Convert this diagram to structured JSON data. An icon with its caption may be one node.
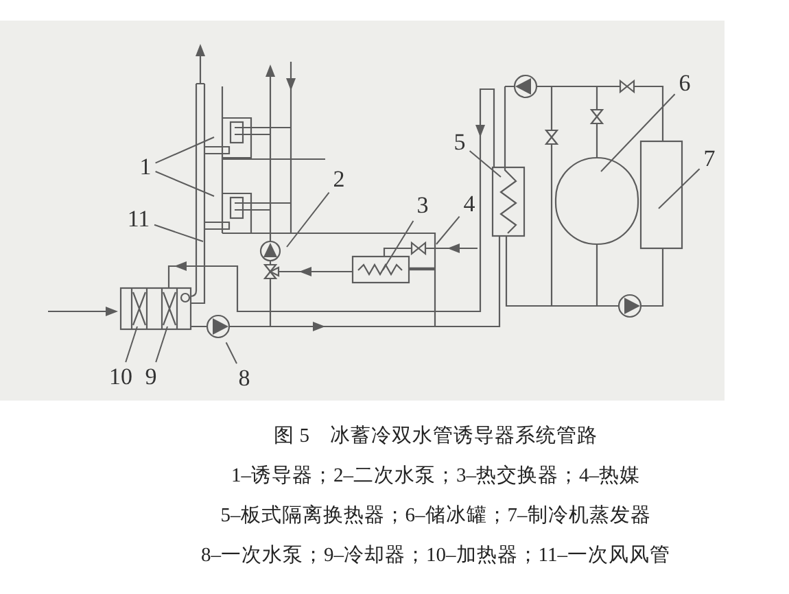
{
  "diagram": {
    "caption": "图 5　冰蓄冷双水管诱导器系统管路",
    "nodes": [
      {
        "text": [
          "1"
        ]
      },
      {
        "text": [
          "2"
        ]
      },
      {
        "text": [
          "3"
        ]
      },
      {
        "text": [
          "4"
        ]
      },
      {
        "text": [
          "5"
        ]
      },
      {
        "text": [
          "6"
        ]
      },
      {
        "text": [
          "7"
        ]
      },
      {
        "text": [
          "8"
        ]
      },
      {
        "text": [
          "9"
        ]
      },
      {
        "text": [
          "10"
        ]
      },
      {
        "text": [
          "11"
        ]
      }
    ],
    "edges": [
      {
        "from": 0,
        "to": null,
        "arrow": "none"
      },
      {
        "from": 0,
        "to": null,
        "arrow": "none"
      },
      {
        "from": 1,
        "to": null,
        "arrow": "none"
      },
      {
        "from": 2,
        "to": null,
        "arrow": "none"
      },
      {
        "from": 3,
        "to": null,
        "arrow": "none"
      },
      {
        "from": 4,
        "to": null,
        "arrow": "none"
      },
      {
        "from": 5,
        "to": null,
        "arrow": "none"
      },
      {
        "from": 6,
        "to": null,
        "arrow": "none"
      },
      {
        "from": 7,
        "to": null,
        "arrow": "none"
      },
      {
        "from": 8,
        "to": null,
        "arrow": "none"
      },
      {
        "from": 9,
        "to": null,
        "arrow": "none"
      },
      {
        "from": 10,
        "to": null,
        "arrow": "none"
      }
    ],
    "labels": [
      "1–诱导器；2–二次水泵；3–热交换器；4–热媒",
      "5–板式隔离换热器；6–储冰罐；7–制冷机蒸发器",
      "8–一次水泵；9–冷却器；10–加热器；11–一次风风管"
    ]
  }
}
